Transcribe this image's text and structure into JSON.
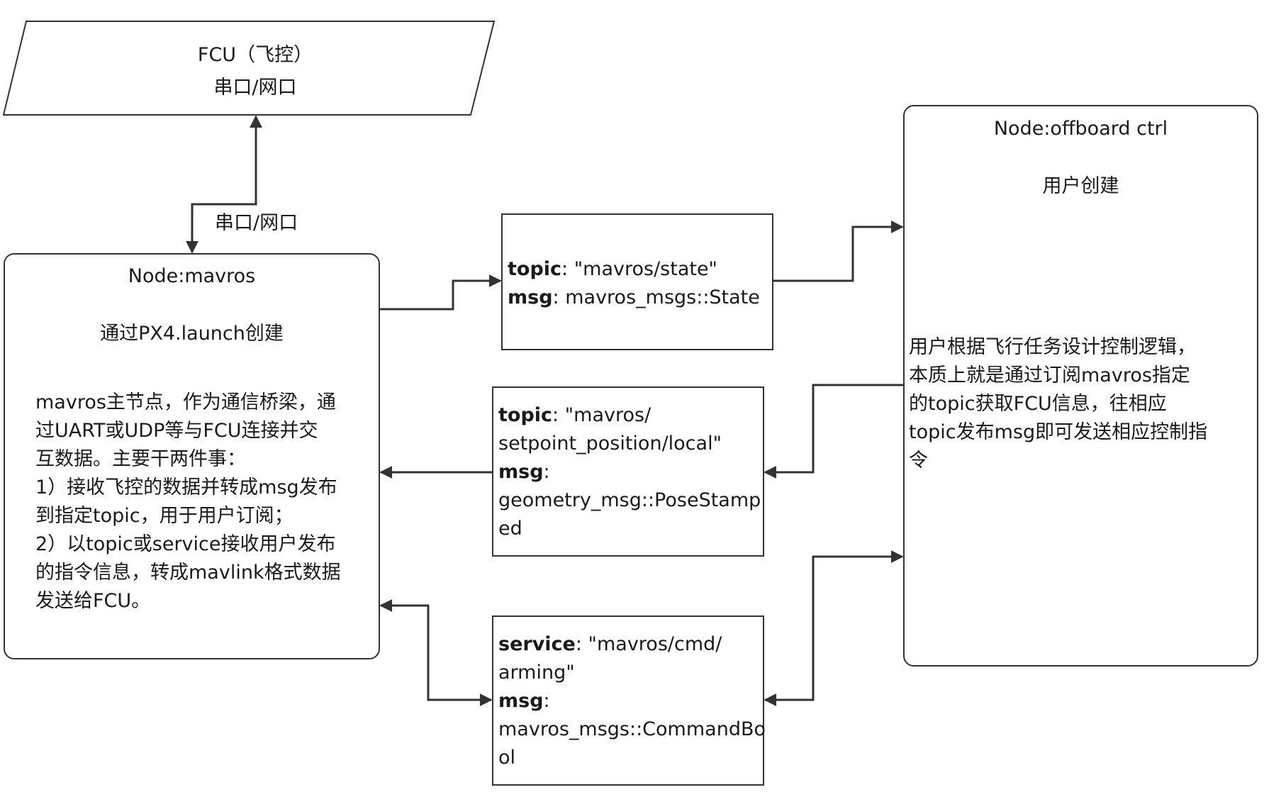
{
  "fcu": {
    "title": "FCU（飞控）",
    "subtitle": "串口/网口"
  },
  "link_label": "串口/网口",
  "mavros_node": {
    "title": "Node:mavros",
    "created_by": "通过PX4.launch创建",
    "description_lines": [
      "mavros主节点，作为通信桥梁，通",
      "过UART或UDP等与FCU连接并交",
      "互数据。主要干两件事：",
      "1）接收飞控的数据并转成msg发布",
      "到指定topic，用于用户订阅；",
      "2）以topic或service接收用户发布",
      "的指令信息，转成mavlink格式数据",
      "发送给FCU。"
    ]
  },
  "offboard_node": {
    "title": "Node:offboard ctrl",
    "created_by": "用户创建",
    "description_lines": [
      "用户根据飞行任务设计控制逻辑，",
      "本质上就是通过订阅mavros指定",
      "的topic获取FCU信息，往相应",
      "topic发布msg即可发送相应控制指",
      "令"
    ]
  },
  "state_box": {
    "kind1": "topic",
    "value1": ": \"mavros/state\"",
    "kind2": "msg",
    "value2": ": mavros_msgs::State"
  },
  "setpoint_box": {
    "kind1": "topic",
    "value1_a": ": \"mavros/",
    "value1_b": "setpoint_position/local\"",
    "kind2": "msg",
    "value2_a": ":",
    "value2_b": "geometry_msg::PoseStamp",
    "value2_c": "ed"
  },
  "arming_box": {
    "kind1": "service",
    "value1_a": ": \"mavros/cmd/",
    "value1_b": "arming\"",
    "kind2": "msg",
    "value2_a": ":",
    "value2_b": "mavros_msgs::CommandBo",
    "value2_c": "ol"
  },
  "colors": {
    "stroke": "#333333",
    "text": "#1a1a1a",
    "background": "#ffffff"
  }
}
